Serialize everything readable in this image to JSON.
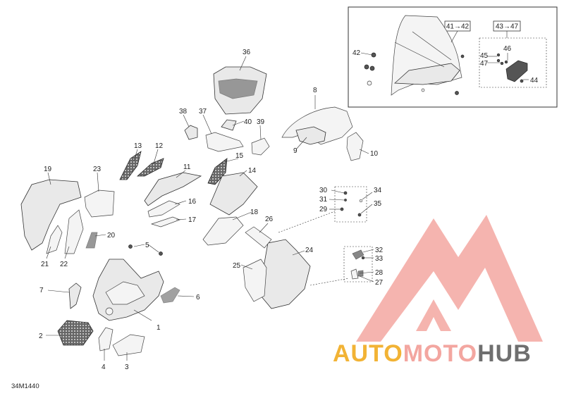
{
  "diagram": {
    "reference_code": "34M1440",
    "callouts": [
      "1",
      "2",
      "3",
      "4",
      "5",
      "6",
      "7",
      "8",
      "9",
      "10",
      "11",
      "12",
      "13",
      "14",
      "15",
      "16",
      "17",
      "18",
      "19",
      "20",
      "21",
      "22",
      "23",
      "24",
      "25",
      "26",
      "27",
      "28",
      "29",
      "30",
      "31",
      "32",
      "33",
      "34",
      "35",
      "36",
      "37",
      "38",
      "39",
      "40",
      "42",
      "44",
      "45",
      "46",
      "47"
    ],
    "inset_labels": {
      "windshield_range": "41→42",
      "bracket_range": "43→47"
    }
  },
  "watermark": {
    "brand_part1": "AUTO",
    "brand_part2": "MOTO",
    "brand_part3": "HUB",
    "color_part1": "#f2b335",
    "color_part2": "#f3a6a0",
    "color_part3": "#6f6f6f",
    "logo_color": "#f08a82"
  }
}
